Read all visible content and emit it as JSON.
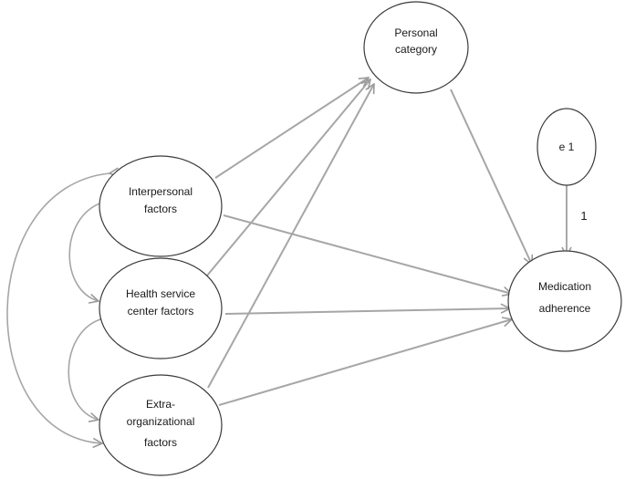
{
  "nodes": {
    "personal": {
      "lines": [
        "Personal",
        "category"
      ]
    },
    "e1": {
      "lines": [
        "e 1"
      ]
    },
    "interpersonal": {
      "lines": [
        "Interpersonal",
        "factors"
      ]
    },
    "health": {
      "lines": [
        "Health service",
        "center factors"
      ]
    },
    "extra": {
      "lines": [
        "Extra-",
        "organizational",
        "factors"
      ]
    },
    "adherence": {
      "lines": [
        "Medication",
        "adherence"
      ]
    }
  },
  "paths": {
    "error_weight": "1"
  }
}
